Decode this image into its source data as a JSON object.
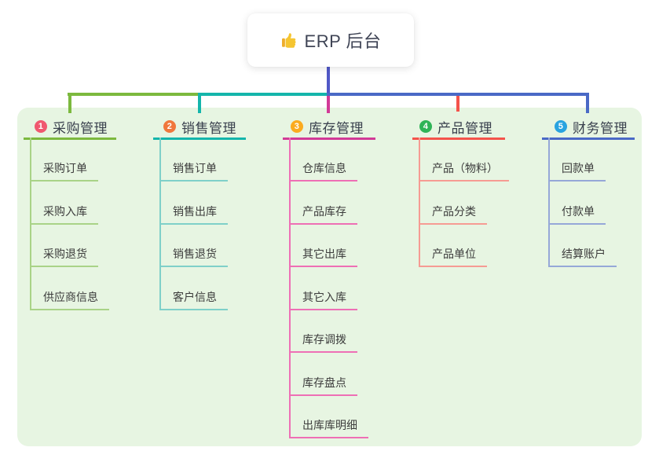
{
  "root": {
    "label": "ERP 后台",
    "icon": "thumbs-up"
  },
  "colors": {
    "page_background": "#ffffff",
    "panel_background": "#e7f5e2",
    "trunk": "#5058c7",
    "root_text": "#3f4455",
    "header_text": "#39404d",
    "child_text": "#3c3c3c"
  },
  "branches": [
    {
      "number": "1",
      "label": "采购管理",
      "badge_color": "#f0586f",
      "line_color": "#7cb93e",
      "child_line_color": "#a9d387",
      "children": [
        "采购订单",
        "采购入库",
        "采购退货",
        "供应商信息"
      ]
    },
    {
      "number": "2",
      "label": "销售管理",
      "badge_color": "#f0773c",
      "line_color": "#14b5ab",
      "child_line_color": "#7fd0c9",
      "children": [
        "销售订单",
        "销售出库",
        "销售退货",
        "客户信息"
      ]
    },
    {
      "number": "3",
      "label": "库存管理",
      "badge_color": "#fbab1f",
      "line_color": "#d23a97",
      "child_line_color": "#ee6fb5",
      "children": [
        "仓库信息",
        "产品库存",
        "其它出库",
        "其它入库",
        "库存调拨",
        "库存盘点",
        "出库库明细"
      ]
    },
    {
      "number": "4",
      "label": "产品管理",
      "badge_color": "#2fb457",
      "line_color": "#f4534b",
      "child_line_color": "#f69b93",
      "children": [
        "产品（物料）",
        "产品分类",
        "产品单位"
      ]
    },
    {
      "number": "5",
      "label": "财务管理",
      "badge_color": "#29a3e0",
      "line_color": "#4a69c6",
      "child_line_color": "#96a8d8",
      "children": [
        "回款单",
        "付款单",
        "结算账户"
      ]
    }
  ]
}
